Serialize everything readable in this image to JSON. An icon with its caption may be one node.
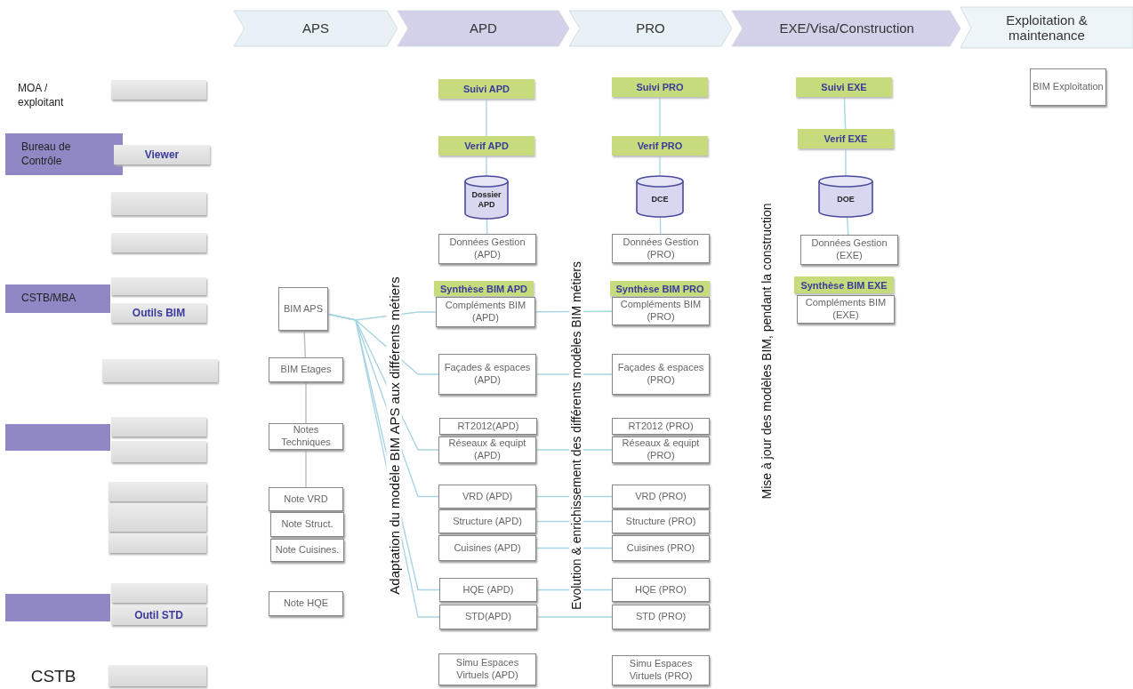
{
  "diagram": {
    "nodes": [
      {
        "text": [
          "APS"
        ]
      },
      {
        "text": [
          "APD"
        ]
      },
      {
        "text": [
          "PRO"
        ]
      },
      {
        "text": [
          "EXE/Visa/Construction"
        ]
      },
      {
        "text": [
          "Exploitation & maintenance"
        ]
      },
      {
        "text": [
          "MOA / exploitant"
        ]
      },
      {
        "text": [],
        "shape": "box"
      },
      {
        "text": [
          "Bureau de Contrôle"
        ]
      },
      {
        "text": [
          "Viewer"
        ]
      },
      {
        "text": [],
        "shape": "box"
      },
      {
        "text": [],
        "shape": "box"
      },
      {
        "text": [
          "CSTB/MBA"
        ]
      },
      {
        "text": [],
        "shape": "box"
      },
      {
        "text": [
          "Outils BIM"
        ]
      },
      {
        "text": [],
        "shape": "box"
      },
      {
        "text": [],
        "shape": "box"
      },
      {
        "text": [],
        "shape": "box"
      },
      {
        "text": [],
        "shape": "box"
      },
      {
        "text": [],
        "shape": "box"
      },
      {
        "text": [],
        "shape": "box"
      },
      {
        "text": [],
        "shape": "box"
      },
      {
        "text": [],
        "shape": "box"
      },
      {
        "text": [],
        "shape": "box"
      },
      {
        "text": [
          "Outil STD"
        ]
      },
      {
        "text": [
          "CSTB"
        ]
      },
      {
        "text": [],
        "shape": "box"
      },
      {
        "text": [
          "BIM APS"
        ]
      },
      {
        "text": [
          "BIM Etages"
        ]
      },
      {
        "text": [
          "Notes Techniques"
        ]
      },
      {
        "text": [
          "Note VRD"
        ]
      },
      {
        "text": [
          "Note Struct."
        ]
      },
      {
        "text": [
          "Note Cuisines."
        ]
      },
      {
        "text": [
          "Note HQE"
        ]
      },
      {
        "text": [
          "Suivi APD"
        ]
      },
      {
        "text": [
          "Verif APD"
        ]
      },
      {
        "text": [
          "Dossier APD"
        ]
      },
      {
        "text": [
          "Données Gestion (APD)"
        ]
      },
      {
        "text": [
          "Synthèse BIM APD"
        ]
      },
      {
        "text": [
          "Compléments BIM (APD)"
        ]
      },
      {
        "text": [
          "Façades & espaces (APD)"
        ]
      },
      {
        "text": [
          "RT2012(APD)"
        ]
      },
      {
        "text": [
          "Réseaux & equipt (APD)"
        ]
      },
      {
        "text": [
          "VRD (APD)"
        ]
      },
      {
        "text": [
          "Structure (APD)"
        ]
      },
      {
        "text": [
          "Cuisines (APD)"
        ]
      },
      {
        "text": [
          "HQE (APD)"
        ]
      },
      {
        "text": [
          "STD(APD)"
        ]
      },
      {
        "text": [
          "Simu Espaces Virtuels (APD)"
        ]
      },
      {
        "text": [
          "Suivi PRO"
        ]
      },
      {
        "text": [
          "Verif PRO"
        ]
      },
      {
        "text": [
          "DCE"
        ]
      },
      {
        "text": [
          "Données Gestion (PRO)"
        ]
      },
      {
        "text": [
          "Synthèse BIM PRO"
        ]
      },
      {
        "text": [
          "Compléments BIM (PRO)"
        ]
      },
      {
        "text": [
          "Façades & espaces (PRO)"
        ]
      },
      {
        "text": [
          "RT2012 (PRO)"
        ]
      },
      {
        "text": [
          "Réseaux & equipt (PRO)"
        ]
      },
      {
        "text": [
          "VRD (PRO)"
        ]
      },
      {
        "text": [
          "Structure (PRO)"
        ]
      },
      {
        "text": [
          "Cuisines (PRO)"
        ]
      },
      {
        "text": [
          "HQE (PRO)"
        ]
      },
      {
        "text": [
          "STD (PRO)"
        ]
      },
      {
        "text": [
          "Simu Espaces Virtuels (PRO)"
        ]
      },
      {
        "text": [
          "Suivi EXE"
        ]
      },
      {
        "text": [
          "Verif EXE"
        ]
      },
      {
        "text": [
          "DOE"
        ]
      },
      {
        "text": [
          "Données Gestion (EXE)"
        ]
      },
      {
        "text": [
          "Synthèse BIM EXE"
        ]
      },
      {
        "text": [
          "Compléments BIM (EXE)"
        ]
      },
      {
        "text": [
          "BIM Exploitation"
        ]
      }
    ],
    "edges": [
      {
        "from": 26,
        "to": 27,
        "arrow": "none",
        "color": "#b8bec4"
      },
      {
        "from": 27,
        "to": 28,
        "arrow": "none",
        "color": "#b8bec4"
      },
      {
        "from": 28,
        "to": 29,
        "arrow": "none",
        "color": "#b8bec4"
      },
      {
        "from": 26,
        "to": 38,
        "arrow": "none"
      },
      {
        "from": 26,
        "to": 39,
        "arrow": "none"
      },
      {
        "from": 26,
        "to": 41,
        "arrow": "none"
      },
      {
        "from": 26,
        "to": 42,
        "arrow": "none"
      },
      {
        "from": 26,
        "to": 45,
        "arrow": "none"
      },
      {
        "from": 26,
        "to": 46,
        "arrow": "none"
      },
      {
        "from": 33,
        "to": 34,
        "arrow": "none"
      },
      {
        "from": 34,
        "to": 35,
        "arrow": "none"
      },
      {
        "from": 35,
        "to": 36,
        "arrow": "none"
      },
      {
        "from": 48,
        "to": 49,
        "arrow": "none"
      },
      {
        "from": 49,
        "to": 50,
        "arrow": "none"
      },
      {
        "from": 50,
        "to": 51,
        "arrow": "none"
      },
      {
        "from": 63,
        "to": 64,
        "arrow": "none"
      },
      {
        "from": 64,
        "to": 65,
        "arrow": "none"
      },
      {
        "from": 65,
        "to": 66,
        "arrow": "none"
      },
      {
        "from": 38,
        "to": 53,
        "arrow": "none"
      },
      {
        "from": 39,
        "to": 54,
        "arrow": "none"
      },
      {
        "from": 41,
        "to": 56,
        "arrow": "none"
      },
      {
        "from": 42,
        "to": 57,
        "arrow": "none"
      },
      {
        "from": 43,
        "to": 58,
        "arrow": "none"
      },
      {
        "from": 44,
        "to": 59,
        "arrow": "none"
      },
      {
        "from": 45,
        "to": 60,
        "arrow": "none"
      },
      {
        "from": 46,
        "to": 61,
        "arrow": "none"
      }
    ],
    "labels": [
      "Adaptation du modèle BIM APS aux différents métiers",
      "Evolution & enrichissement des différents modèles BIM métiers",
      "Mise à jour des modèles BIM, pendant la construction"
    ]
  }
}
